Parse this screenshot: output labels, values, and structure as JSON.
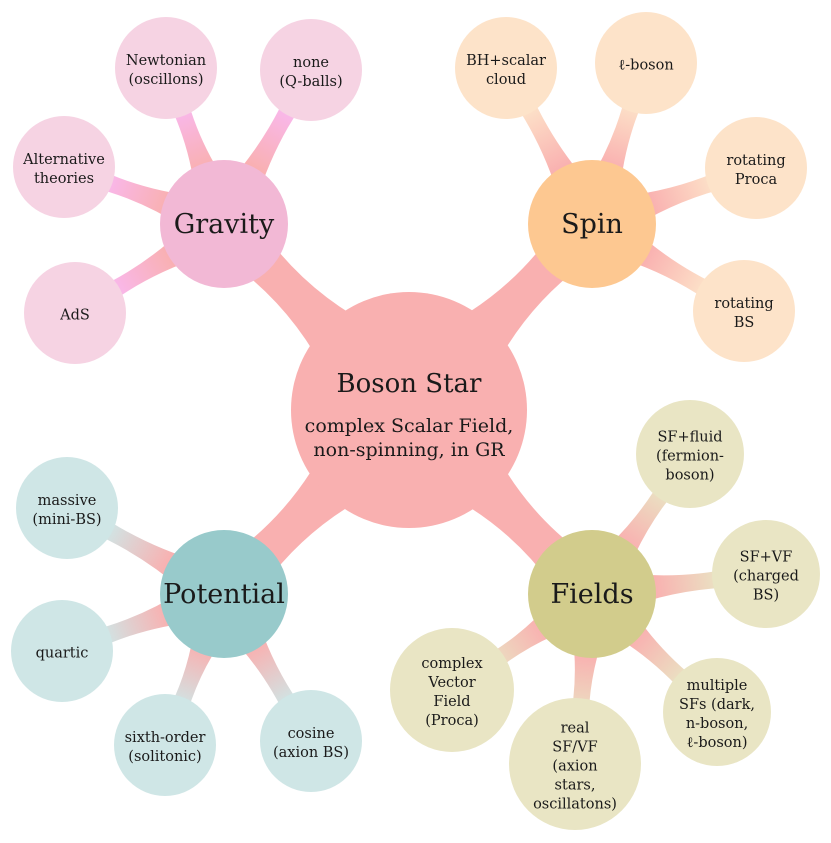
{
  "colors": {
    "root": "#f9b0b0",
    "gravity": "#f2b8d5",
    "gravity_leaf": "#f6d3e3",
    "gravity_link": "#f9b8ee",
    "spin": "#fdc891",
    "spin_leaf": "#fde3c9",
    "potential": "#98cacb",
    "potential_leaf": "#cfe6e6",
    "fields": "#d2cc8c",
    "fields_leaf": "#e9e5c4"
  },
  "root": {
    "title": "Boson Star",
    "subtitle_lines": [
      "complex Scalar Field,",
      "non-spinning, in GR"
    ]
  },
  "branches": [
    {
      "id": "gravity",
      "label": "Gravity",
      "leaves": [
        {
          "id": "newtonian",
          "lines": [
            "Newtonian",
            "(oscillons)"
          ]
        },
        {
          "id": "none",
          "lines": [
            "none",
            "(Q-balls)"
          ]
        },
        {
          "id": "alternative-theories",
          "lines": [
            "Alternative",
            "theories"
          ]
        },
        {
          "id": "ads",
          "lines": [
            "AdS"
          ]
        }
      ]
    },
    {
      "id": "spin",
      "label": "Spin",
      "leaves": [
        {
          "id": "bh-scalar-cloud",
          "lines": [
            "BH+scalar",
            "cloud"
          ]
        },
        {
          "id": "l-boson",
          "lines": [
            "ℓ-boson"
          ]
        },
        {
          "id": "rotating-proca",
          "lines": [
            "rotating",
            "Proca"
          ]
        },
        {
          "id": "rotating-bs",
          "lines": [
            "rotating",
            "BS"
          ]
        }
      ]
    },
    {
      "id": "potential",
      "label": "Potential",
      "leaves": [
        {
          "id": "massive",
          "lines": [
            "massive",
            "(mini-BS)"
          ]
        },
        {
          "id": "quartic",
          "lines": [
            "quartic"
          ]
        },
        {
          "id": "sixth-order",
          "lines": [
            "sixth-order",
            "(solitonic)"
          ]
        },
        {
          "id": "cosine",
          "lines": [
            "cosine",
            "(axion BS)"
          ]
        }
      ]
    },
    {
      "id": "fields",
      "label": "Fields",
      "leaves": [
        {
          "id": "sf-fluid",
          "lines": [
            "SF+fluid",
            "(fermion-",
            "boson)"
          ]
        },
        {
          "id": "sf-vf",
          "lines": [
            "SF+VF",
            "(charged",
            "BS)"
          ]
        },
        {
          "id": "multiple-sfs",
          "lines": [
            "multiple",
            "SFs (dark,",
            "n-boson,",
            "ℓ-boson)"
          ]
        },
        {
          "id": "real-sf-vf",
          "lines": [
            "real",
            "SF/VF",
            "(axion",
            "stars,",
            "oscillatons)"
          ]
        },
        {
          "id": "complex-vector-field",
          "lines": [
            "complex",
            "Vector",
            "Field",
            "(Proca)"
          ]
        }
      ]
    }
  ]
}
